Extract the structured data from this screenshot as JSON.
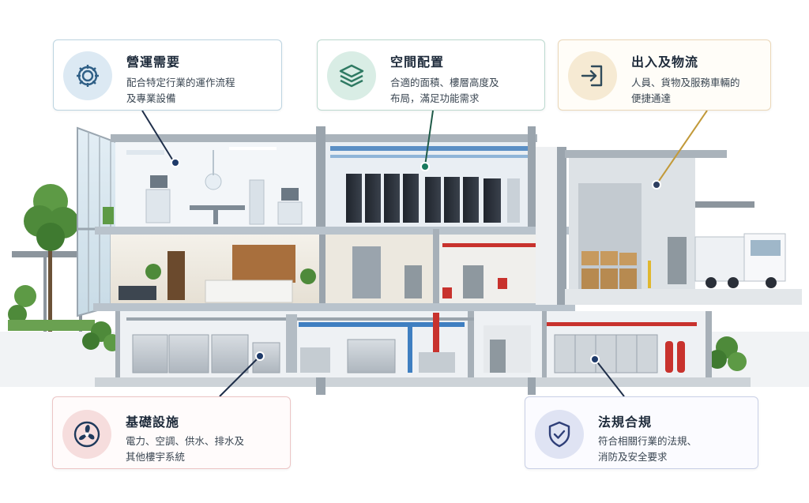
{
  "cards": {
    "operations": {
      "title": "營運需要",
      "desc_line1": "配合特定行業的運作流程",
      "desc_line2": "及專業設備",
      "icon": "gear-icon",
      "accent": "#2f5f86"
    },
    "space": {
      "title": "空間配置",
      "desc_line1": "合適的面積、樓層高度及",
      "desc_line2": "布局，滿足功能需求",
      "icon": "layers-icon",
      "accent": "#2f7a63"
    },
    "access": {
      "title": "出入及物流",
      "desc_line1": "人員、貨物及服務車輛的",
      "desc_line2": "便捷通達",
      "icon": "enter-door-icon",
      "accent": "#b8862f"
    },
    "infrastructure": {
      "title": "基礎設施",
      "desc_line1": "電力、空調、供水、排水及",
      "desc_line2": "其他樓宇系統",
      "icon": "fan-icon",
      "accent": "#1f3a5c"
    },
    "compliance": {
      "title": "法規合規",
      "desc_line1": "符合相關行業的法規、",
      "desc_line2": "消防及安全要求",
      "icon": "shield-check-icon",
      "accent": "#2f3f78"
    }
  },
  "colors": {
    "steel": "#b9c3cc",
    "glass": "#cfe0ea",
    "server": "#2a2f38",
    "pipe_blue": "#3f7fc1",
    "pipe_red": "#c8322d",
    "tree": "#4e8a3a",
    "crate": "#c79a5e"
  }
}
